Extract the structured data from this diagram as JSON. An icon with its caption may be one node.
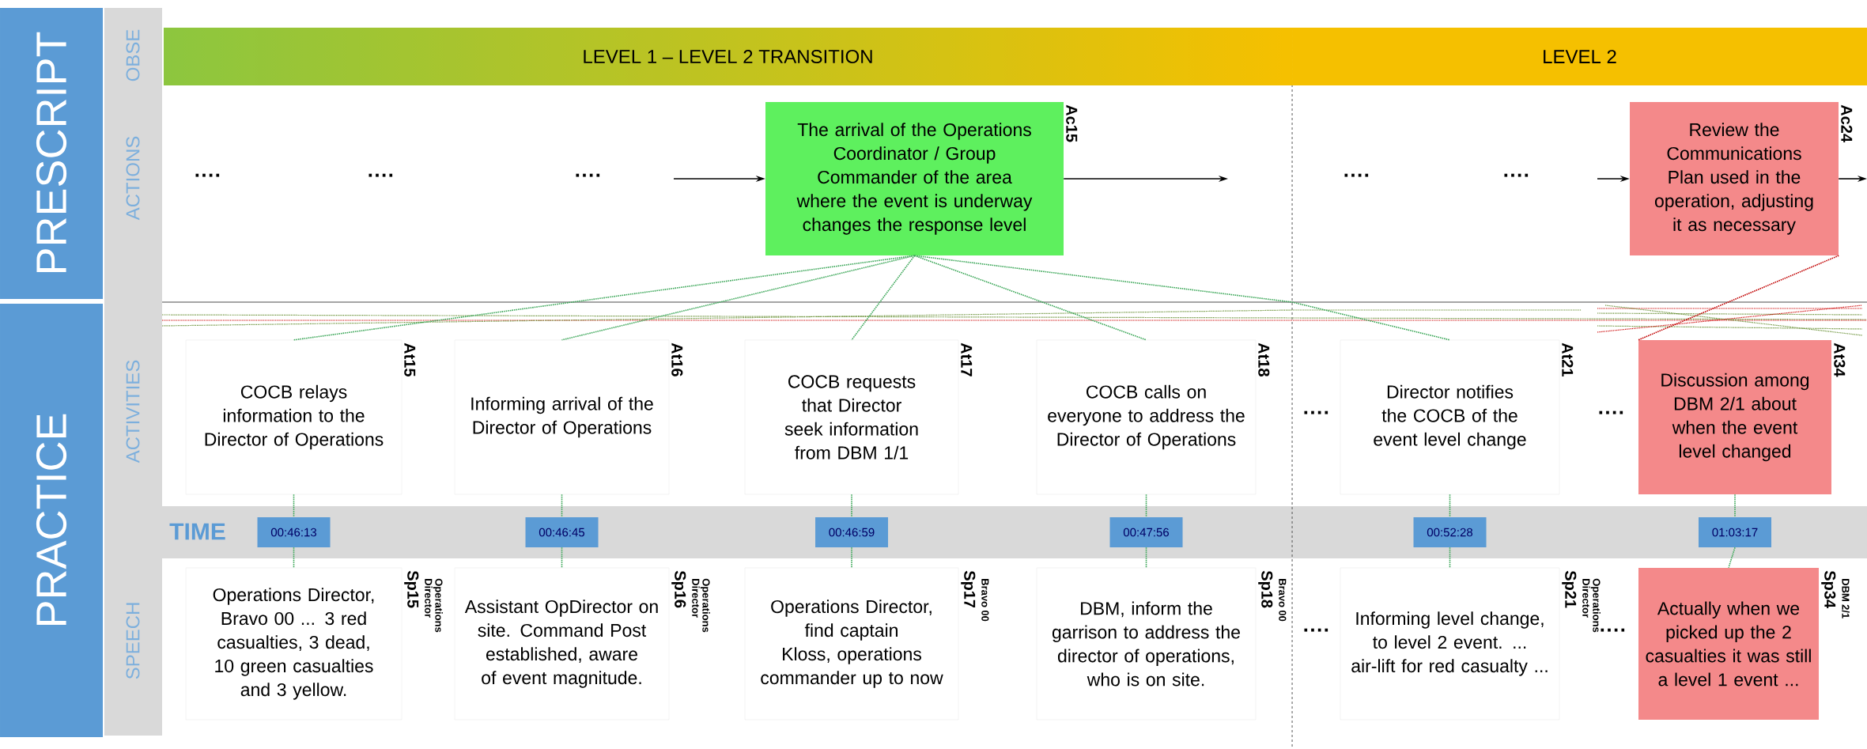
{
  "diagram": {
    "nodes": [
      {
        "text": [
          "PRESCRIPT"
        ]
      },
      {
        "text": [
          "LEVEL 1 – LEVEL 2 TRANSITION"
        ]
      },
      {
        "text": [
          "LEVEL 2"
        ]
      },
      {
        "text": [
          "The arrival of the Operations Coordinator / Group Commander of the area where the event  is underway changes the response level"
        ],
        "beside": [
          "Ac15"
        ]
      },
      {
        "text": [
          "Review the Communications Plan used in the operation, adjusting it as necessary"
        ],
        "beside": [
          "Ac24"
        ]
      },
      {
        "text": [
          "PRACTICE"
        ]
      },
      {
        "text": [
          "COCB relays information to the Director of Operations"
        ],
        "beside": [
          "At15"
        ]
      },
      {
        "text": [
          "Informing arrival of the Director of Operations"
        ],
        "beside": [
          "At16"
        ]
      },
      {
        "text": [
          "COCB requests that Director seek information from DBM 1/1"
        ],
        "beside": [
          "At17"
        ]
      },
      {
        "text": [
          "COCB calls on everyone to address the Director of Operations"
        ],
        "beside": [
          "At18"
        ]
      },
      {
        "text": [
          "Director notifies the COCB of the event level change"
        ],
        "beside": [
          "At21"
        ]
      },
      {
        "text": [
          "Discussion among DBM 2/1 about when the event level changed"
        ],
        "beside": [
          "At34"
        ]
      },
      {
        "text": [
          "00:46:13"
        ]
      },
      {
        "text": [
          "00:46:45"
        ]
      },
      {
        "text": [
          "00:46:59"
        ]
      },
      {
        "text": [
          "00:47:56"
        ]
      },
      {
        "text": [
          "00:52:28"
        ]
      },
      {
        "text": [
          "01:03:17"
        ]
      },
      {
        "text": [
          "Operations Director, Bravo 00 ... 3 red casualties, 3 dead, 10 green casualties and 3 yellow."
        ],
        "beside": [
          "Sp15",
          "Operations Director"
        ]
      },
      {
        "text": [
          "Assistant OpDirector on site. Command Post established, aware of event magnitude."
        ],
        "beside": [
          "Sp16",
          "Operations Director"
        ]
      },
      {
        "text": [
          "Operations Director, find captain Kloss, operations commander up to now"
        ],
        "beside": [
          "Sp17",
          "Bravo 00"
        ]
      },
      {
        "text": [
          "DBM, inform the garrison to address the director of operations, who is on site."
        ],
        "beside": [
          "Sp18",
          "Bravo 00"
        ]
      },
      {
        "text": [
          "Informing level change, to level 2 event.  ... air-lift for red casualty ..."
        ],
        "beside": [
          "Sp21",
          "Operations Director"
        ]
      },
      {
        "text": [
          "Actually when we picked up the 2 casualties it was still a level 1 event ..."
        ],
        "beside": [
          "Sp34",
          "DBM 2/1"
        ]
      }
    ],
    "edges": [
      {
        "from": null,
        "to": 3,
        "arrow": "to",
        "color": "#000000"
      },
      {
        "from": 3,
        "to": null,
        "arrow": "to",
        "color": "#000000"
      },
      {
        "from": null,
        "to": 4,
        "arrow": "to",
        "color": "#000000"
      },
      {
        "from": 4,
        "to": null,
        "arrow": "to",
        "color": "#000000"
      },
      {
        "from": 3,
        "to": 6,
        "arrow": "none",
        "style": "dashed"
      },
      {
        "from": 3,
        "to": 7,
        "arrow": "none",
        "style": "dashed"
      },
      {
        "from": 3,
        "to": 8,
        "arrow": "none",
        "style": "dashed"
      },
      {
        "from": 3,
        "to": 9,
        "arrow": "none",
        "style": "dashed"
      },
      {
        "from": 3,
        "to": 10,
        "arrow": "none",
        "style": "dashed"
      },
      {
        "from": 4,
        "to": 11,
        "arrow": "none",
        "style": "dashed",
        "color": "#c00000"
      },
      {
        "from": 6,
        "to": 12,
        "arrow": "none",
        "style": "dashed"
      },
      {
        "from": 12,
        "to": 18,
        "arrow": "none",
        "style": "dashed"
      },
      {
        "from": 7,
        "to": 13,
        "arrow": "none",
        "style": "dashed"
      },
      {
        "from": 13,
        "to": 19,
        "arrow": "none",
        "style": "dashed"
      },
      {
        "from": 8,
        "to": 14,
        "arrow": "none",
        "style": "dashed"
      },
      {
        "from": 14,
        "to": 20,
        "arrow": "none",
        "style": "dashed"
      },
      {
        "from": 9,
        "to": 15,
        "arrow": "none",
        "style": "dashed"
      },
      {
        "from": 15,
        "to": 21,
        "arrow": "none",
        "style": "dashed"
      },
      {
        "from": 10,
        "to": 16,
        "arrow": "none",
        "style": "dashed"
      },
      {
        "from": 16,
        "to": 22,
        "arrow": "none",
        "style": "dashed"
      },
      {
        "from": 11,
        "to": 17,
        "arrow": "none",
        "style": "dashed"
      },
      {
        "from": 17,
        "to": 23,
        "arrow": "none",
        "style": "dashed"
      }
    ],
    "labels": [
      "OBSE",
      "ACTIONS",
      "····",
      "····",
      "····",
      "····",
      "····",
      "ACTIVITIES",
      "····",
      "····",
      "TIME",
      "SPEECH",
      "····",
      "····"
    ]
  }
}
